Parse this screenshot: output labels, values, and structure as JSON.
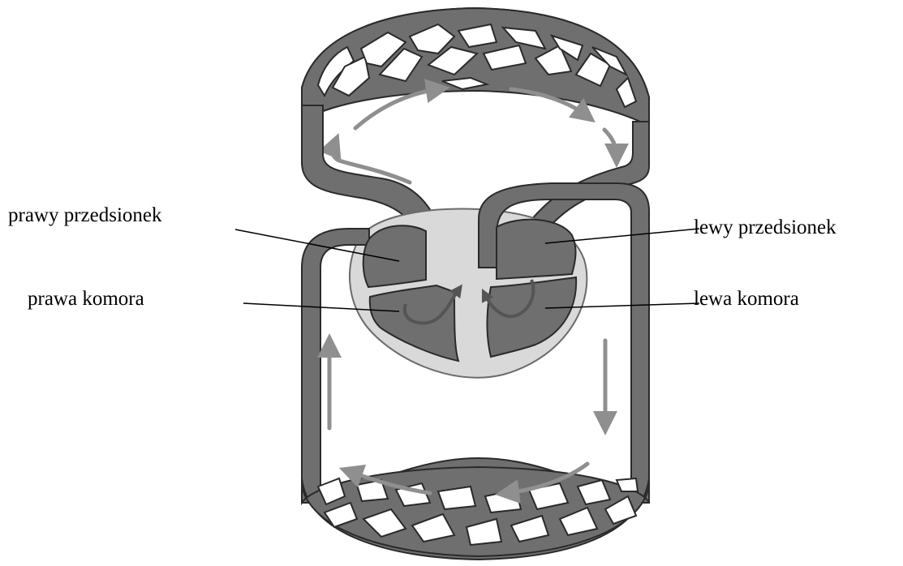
{
  "labels": {
    "right_atrium": "prawy przedsionek",
    "right_ventricle": "prawa komora",
    "left_atrium": "lewy przedsionek",
    "left_ventricle": "lewa komora"
  },
  "colors": {
    "vessel": "#6f6f6f",
    "vessel_outline": "#2a2a2a",
    "pericardium": "#d9d9d9",
    "arrow": "#8f8f8f",
    "leader_line": "#000000",
    "background": "#ffffff"
  }
}
